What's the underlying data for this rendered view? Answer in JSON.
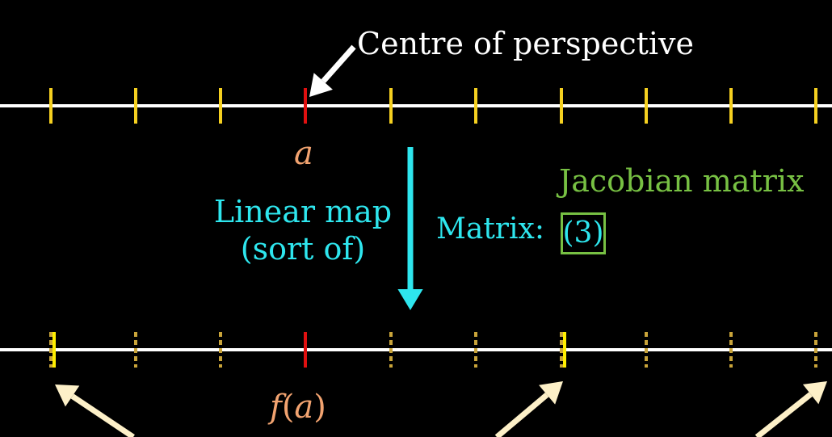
{
  "labels": {
    "centre": "Centre of perspective",
    "a": "a",
    "map_line1": "Linear map",
    "map_line2": "(sort of)",
    "jacobian": "Jacobian matrix",
    "matrix_prefix": "Matrix:",
    "matrix_entry": "(3)",
    "fa_f": "f",
    "fa_open": "(",
    "fa_a": "a",
    "fa_close": ")"
  },
  "colors": {
    "background": "#000000",
    "number_line": "#ffffff",
    "tick": "#f5d020",
    "tick_dashed": "#c9a43a",
    "highlight_tick": "#ffee00",
    "centre_tick": "#e01010",
    "point_label": "#f2a370",
    "cyan": "#2ee6ee",
    "jacobian_green": "#77c043",
    "cream_arrow": "#fdf0c8",
    "white_arrow": "#ffffff"
  },
  "icons": {
    "centre_pointer": "arrow-icon",
    "map_arrow": "down-arrow-icon",
    "bottom_pointers": "arrow-icon"
  }
}
